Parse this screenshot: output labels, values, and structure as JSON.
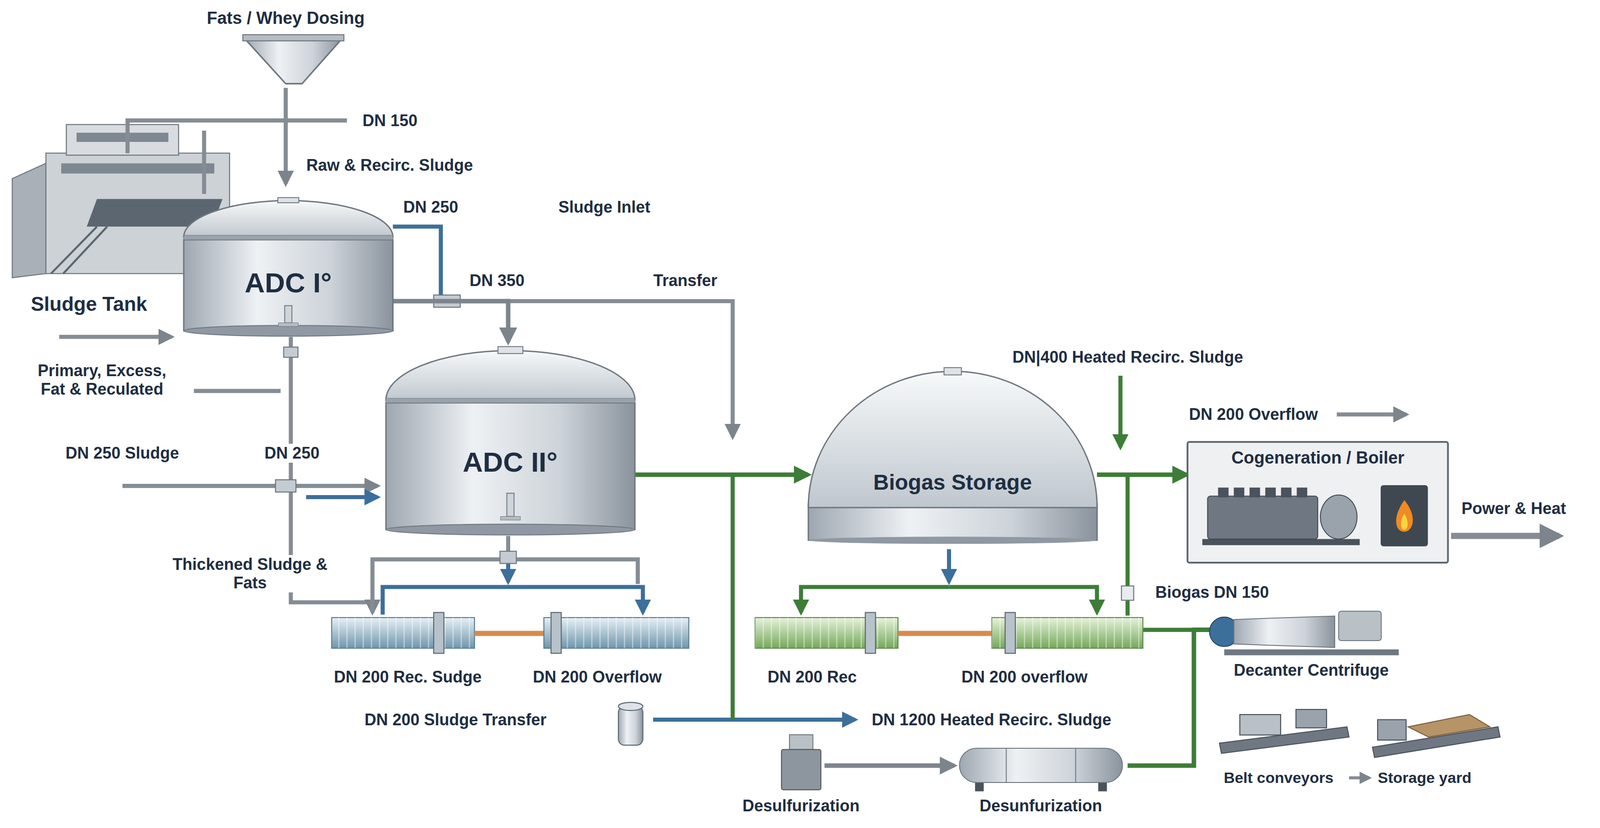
{
  "diagram": {
    "nodes": [
      {
        "text": [
          "ADC I°"
        ]
      },
      {
        "text": [
          "ADC II°"
        ]
      },
      {
        "text": [
          "Biogas Storage"
        ]
      },
      {
        "text": [
          "Cogeneration / Boiler"
        ]
      },
      {
        "text": [
          "Decanter Centrifuge"
        ]
      },
      {
        "text": [
          "Desulfurization"
        ]
      },
      {
        "text": [
          "Desunfurization"
        ]
      }
    ],
    "edges": [
      {
        "from": 0,
        "to": 1,
        "arrow": "to"
      },
      {
        "from": 1,
        "to": 2,
        "arrow": "to"
      },
      {
        "from": 2,
        "to": 3,
        "arrow": "to"
      },
      {
        "from": 5,
        "to": 6,
        "arrow": "to"
      },
      {
        "from": 6,
        "to": 4,
        "arrow": "none"
      }
    ],
    "labels": [
      "Fats / Whey Dosing",
      "DN 150",
      "Raw & Recirc. Sludge",
      "DN 250",
      "Sludge Inlet",
      "DN 350",
      "Transfer",
      "Sludge Tank",
      "DN|400 Heated Recirc. Sludge",
      "Primary, Excess, Fat & Reculated",
      "DN 200 Overflow",
      "DN 250 Sludge",
      "DN 250",
      "Power & Heat",
      "Thickened Sludge & Fats",
      "Biogas DN 150",
      "DN 200 Rec. Sudge",
      "DN 200 Overflow",
      "DN 200 Rec",
      "DN 200 overflow",
      "DN 200 Sludge Transfer",
      "DN 1200 Heated Recirc. Sludge",
      "Belt conveyors",
      "Storage yard"
    ]
  }
}
